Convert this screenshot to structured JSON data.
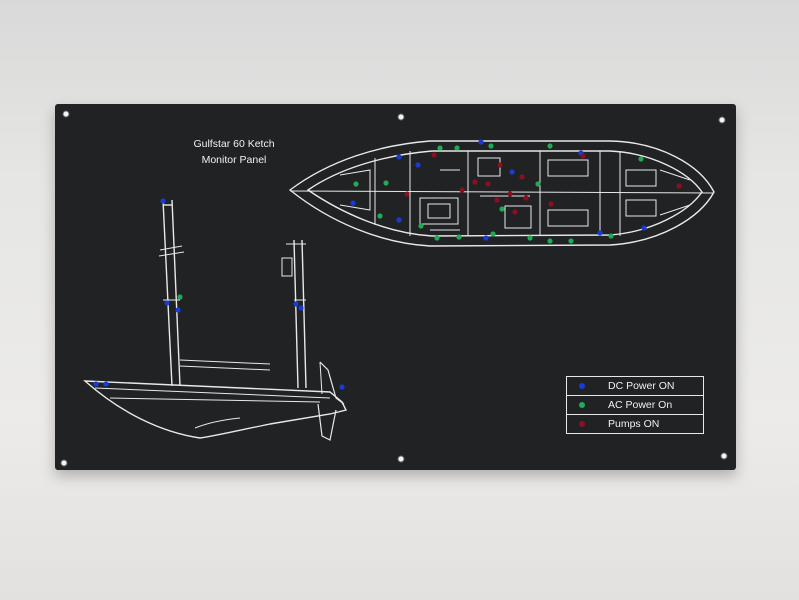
{
  "panel": {
    "title_line1": "Gulfstar  60 Ketch",
    "title_line2": "Monitor Panel"
  },
  "legend": [
    {
      "label": "DC Power ON",
      "color": "#1a3ad8"
    },
    {
      "label": "AC Power On",
      "color": "#1faa55"
    },
    {
      "label": "Pumps ON",
      "color": "#8a1020"
    }
  ],
  "colors": {
    "panel": "#202224",
    "line_art": "#e8e8e8",
    "dc_led": "#1a3ad8",
    "ac_led": "#1faa55",
    "pump_led": "#8a1020"
  },
  "icons": [
    "mounting-screw-icon",
    "led-indicator-icon",
    "sailboat-profile-icon",
    "deck-plan-icon"
  ]
}
